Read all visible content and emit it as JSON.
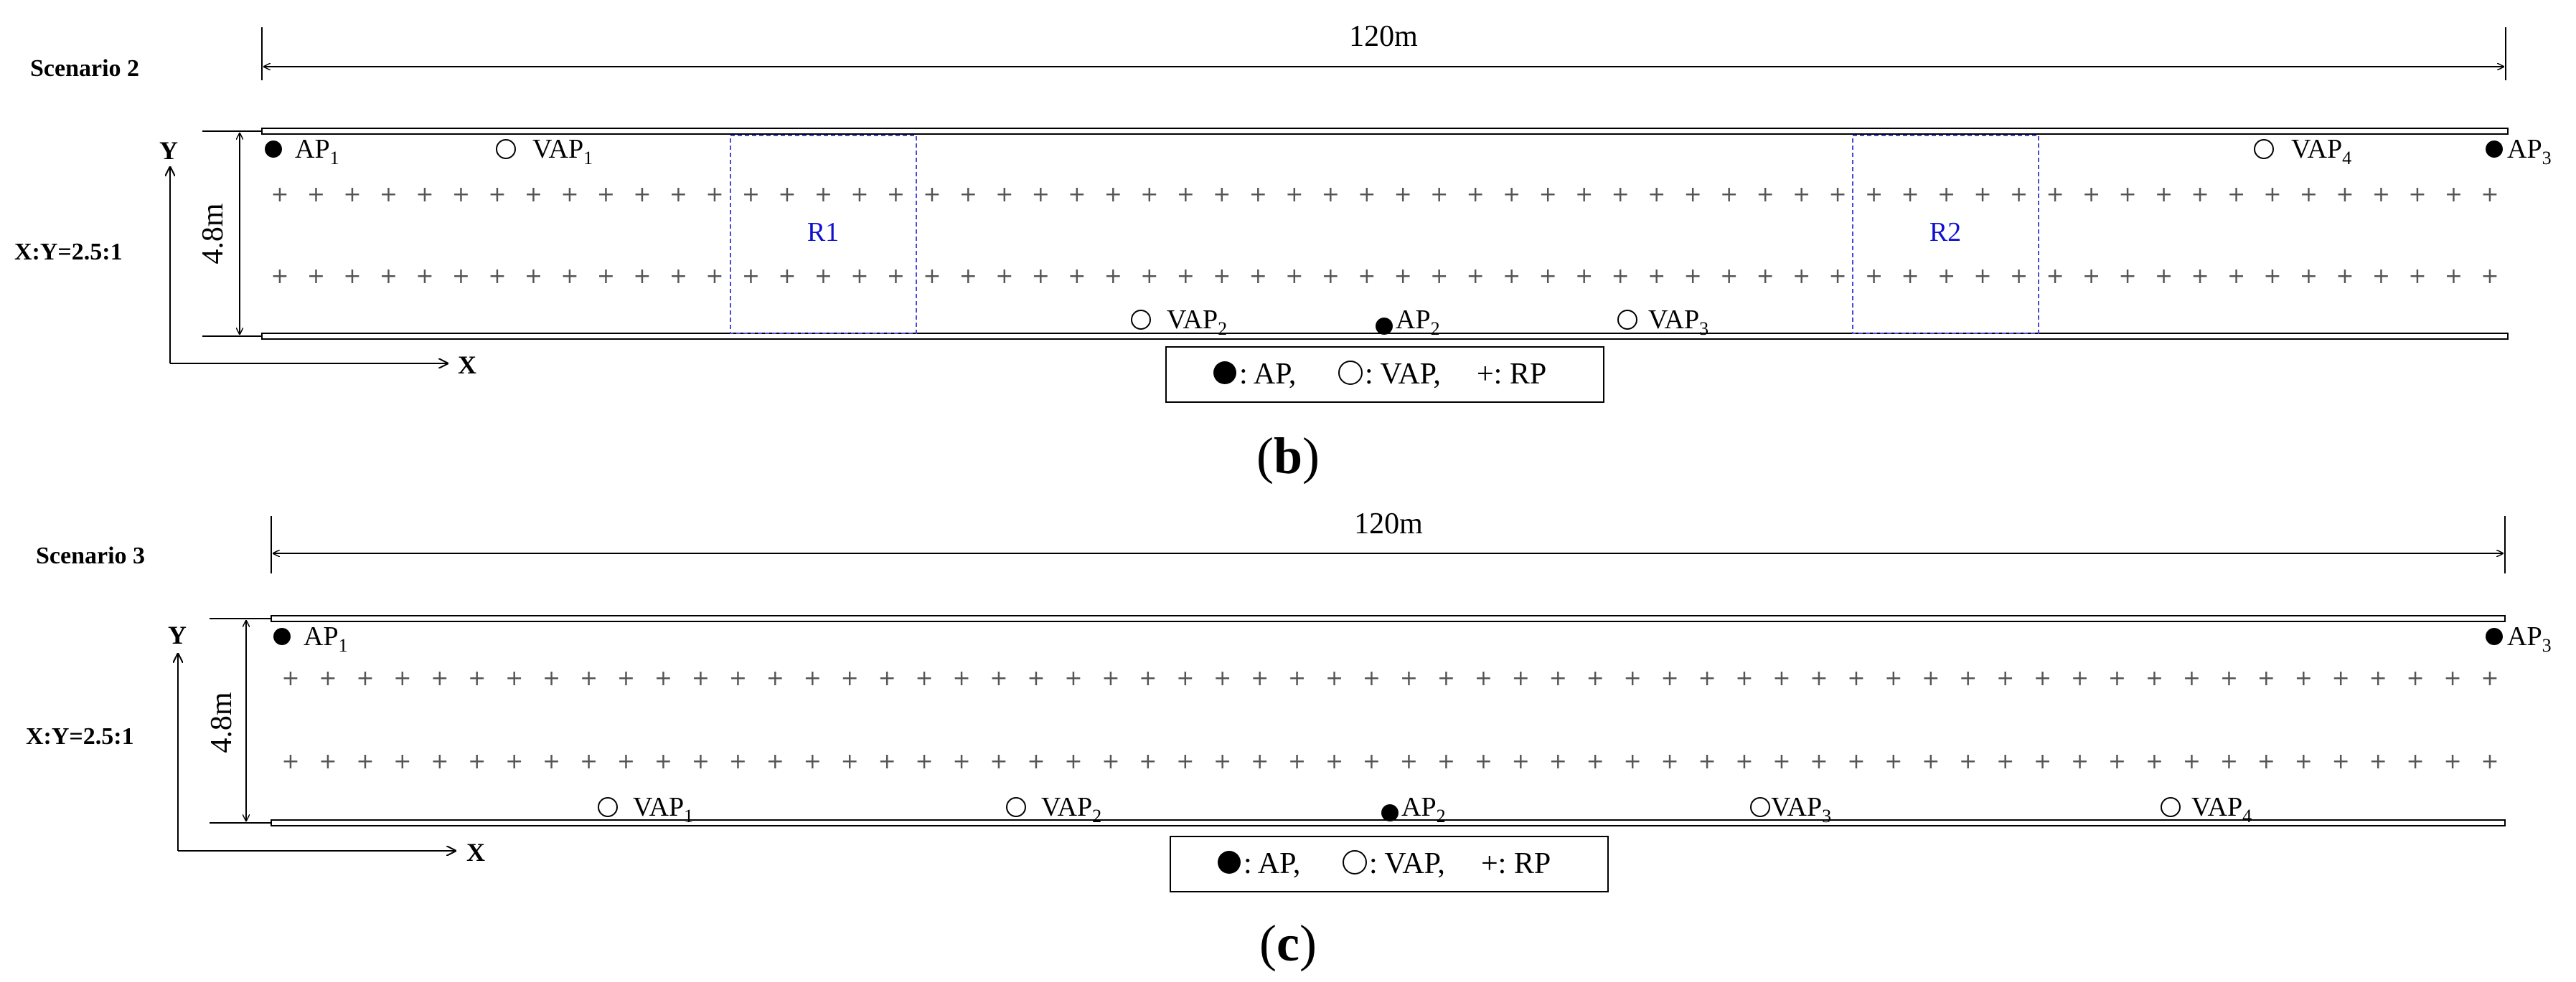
{
  "panels": [
    {
      "id": "b",
      "scenario_label": "Scenario 2",
      "length_label": "120m",
      "width_label": "4.8m",
      "ratio_label": "X:Y=2.5:1",
      "y_axis_label": "Y",
      "x_axis_label": "X",
      "legend": {
        "ap": ": AP,",
        "vap": ": VAP,",
        "rp": "+: RP"
      },
      "caption": {
        "open": "(",
        "letter": "b",
        "close": ")"
      },
      "nodes": [
        {
          "kind": "ap",
          "base": "AP",
          "sub": "1"
        },
        {
          "kind": "vap",
          "base": "VAP",
          "sub": "1"
        },
        {
          "kind": "vap",
          "base": "VAP",
          "sub": "4"
        },
        {
          "kind": "ap",
          "base": "AP",
          "sub": "3"
        },
        {
          "kind": "vap",
          "base": "VAP",
          "sub": "2"
        },
        {
          "kind": "ap",
          "base": "AP",
          "sub": "2"
        },
        {
          "kind": "vap",
          "base": "VAP",
          "sub": "3"
        }
      ],
      "regions": [
        {
          "label": "R1"
        },
        {
          "label": "R2"
        }
      ],
      "rp_rows": 2,
      "rp_per_row": 62
    },
    {
      "id": "c",
      "scenario_label": "Scenario 3",
      "length_label": "120m",
      "width_label": "4.8m",
      "ratio_label": "X:Y=2.5:1",
      "y_axis_label": "Y",
      "x_axis_label": "X",
      "legend": {
        "ap": ": AP,",
        "vap": ": VAP,",
        "rp": "+: RP"
      },
      "caption": {
        "open": "(",
        "letter": "c",
        "close": ")"
      },
      "nodes": [
        {
          "kind": "ap",
          "base": "AP",
          "sub": "1"
        },
        {
          "kind": "ap",
          "base": "AP",
          "sub": "3"
        },
        {
          "kind": "vap",
          "base": "VAP",
          "sub": "1"
        },
        {
          "kind": "vap",
          "base": "VAP",
          "sub": "2"
        },
        {
          "kind": "ap",
          "base": "AP",
          "sub": "2"
        },
        {
          "kind": "vap",
          "base": "VAP",
          "sub": "3"
        },
        {
          "kind": "vap",
          "base": "VAP",
          "sub": "4"
        }
      ],
      "regions": [],
      "rp_rows": 2,
      "rp_per_row": 60
    }
  ]
}
